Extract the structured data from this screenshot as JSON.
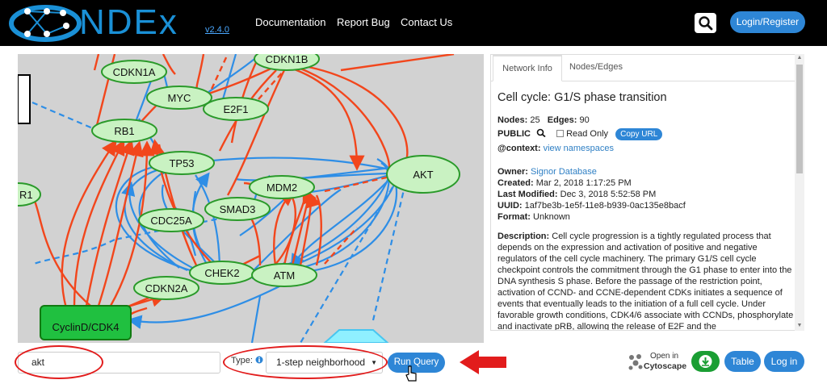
{
  "header": {
    "brand": "NDEx",
    "version": "v2.4.0",
    "nav": [
      "Documentation",
      "Report Bug",
      "Contact Us"
    ],
    "login_label": "Login/Register",
    "icons": {
      "search": "search-icon"
    }
  },
  "network": {
    "nodes": [
      "CDKN1B",
      "CDKN1A",
      "MYC",
      "E2F1",
      "RB1",
      "TP53",
      "AKT",
      "MDM2",
      "SMAD3",
      "CDC25A",
      "CHEK2",
      "ATM",
      "CDKN2A",
      "CyclinD/CDK4",
      "R1"
    ],
    "colors": {
      "activation": "#f2461c",
      "inhibition": "#2e8ee6",
      "node_fill": "#c9f2c2",
      "node_border": "#2a9a2a",
      "complex_fill": "#20c040"
    }
  },
  "panel": {
    "tabs": [
      "Network Info",
      "Nodes/Edges"
    ],
    "title": "Cell cycle: G1/S phase transition",
    "nodes_label": "Nodes:",
    "nodes_value": "25",
    "edges_label": "Edges:",
    "edges_value": "90",
    "visibility": "PUBLIC",
    "read_only_label": "Read Only",
    "copy_url_label": "Copy URL",
    "context_label": "@context:",
    "context_link": "view namespaces",
    "owner_label": "Owner:",
    "owner_value": "Signor Database",
    "created_label": "Created:",
    "created_value": "Mar 2, 2018 1:17:25 PM",
    "modified_label": "Last Modified:",
    "modified_value": "Dec 3, 2018 5:52:58 PM",
    "uuid_label": "UUID:",
    "uuid_value": "1af7be3b-1e5f-11e8-b939-0ac135e8bacf",
    "format_label": "Format:",
    "format_value": "Unknown",
    "description_label": "Description:",
    "description_value": "Cell cycle progression is a tightly regulated process that depends on the expression and activation of positive and negative regulators of the cell cycle machinery. The primary G1/S cell cycle checkpoint controls the commitment through the G1 phase to enter into the DNA synthesis S phase. Before the passage of the restriction point, activation of CCND- and CCNE-dependent CDKs initiates a sequence of events that eventually leads to the initiation of a full cell cycle. Under favorable growth conditions, CDK4/6 associate with CCNDs, phosphorylate and inactivate pRB, allowing the release of E2F and the"
  },
  "query": {
    "input_value": "akt",
    "type_label": "Type:",
    "type_value": "1-step neighborhood",
    "run_label": "Run Query"
  },
  "actions": {
    "cytoscape_open": "Open in",
    "cytoscape_brand": "Cytoscape",
    "table_label": "Table",
    "login_label": "Log in"
  }
}
